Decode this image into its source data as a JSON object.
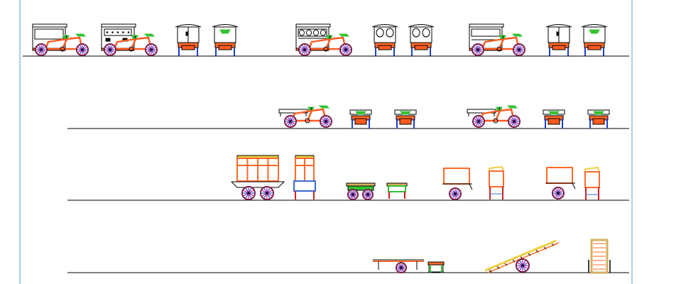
{
  "drawing": {
    "title": "",
    "colors": {
      "background": "#ffffff",
      "frame": "#5aa0d8",
      "ground": "#000000",
      "outline": "#000000",
      "frame_orange": "#ff5a1e",
      "seat_green": "#33c233",
      "wheel_blue": "#1f3fd0",
      "wheel_magenta": "#c01a8a",
      "wheel_rim": "#7a1a4a",
      "cart_orange": "#ff6a2a",
      "cart_tan": "#d4b060",
      "cart_yellow": "#f0d040",
      "cart_red": "#d02020",
      "post_blue": "#3a6ad0"
    },
    "rows": [
      {
        "name": "row-1-enclosed-tricycles",
        "items": [
          {
            "kind": "tricycle-box",
            "variant": "plain"
          },
          {
            "kind": "tricycle-box",
            "variant": "panel"
          },
          {
            "kind": "end-view-tall",
            "variant": "door"
          },
          {
            "kind": "end-view-tall",
            "variant": "rider"
          },
          {
            "kind": "tricycle-box",
            "variant": "arched"
          },
          {
            "kind": "end-view-tall",
            "variant": "arched"
          },
          {
            "kind": "end-view-tall",
            "variant": "arched"
          },
          {
            "kind": "tricycle-box",
            "variant": "open"
          },
          {
            "kind": "end-view-tall",
            "variant": "door"
          },
          {
            "kind": "end-view-tall",
            "variant": "rider"
          }
        ]
      },
      {
        "name": "row-2-flatbed-tricycles",
        "items": [
          {
            "kind": "tricycle-flatbed"
          },
          {
            "kind": "end-view-low"
          },
          {
            "kind": "end-view-low"
          },
          {
            "kind": "tricycle-flatbed"
          },
          {
            "kind": "end-view-low"
          },
          {
            "kind": "end-view-low"
          }
        ]
      },
      {
        "name": "row-3-carts",
        "items": [
          {
            "kind": "wagon-large"
          },
          {
            "kind": "wagon-end"
          },
          {
            "kind": "wagon-flat"
          },
          {
            "kind": "wagon-flat-end"
          },
          {
            "kind": "handcart-box"
          },
          {
            "kind": "handcart-end"
          },
          {
            "kind": "handcart-box"
          },
          {
            "kind": "handcart-end"
          }
        ]
      },
      {
        "name": "row-4-trolleys",
        "items": [
          {
            "kind": "flat-trolley"
          },
          {
            "kind": "flat-trolley-end"
          },
          {
            "kind": "ladder-cart"
          },
          {
            "kind": "ladder-cart-end"
          }
        ]
      }
    ]
  }
}
